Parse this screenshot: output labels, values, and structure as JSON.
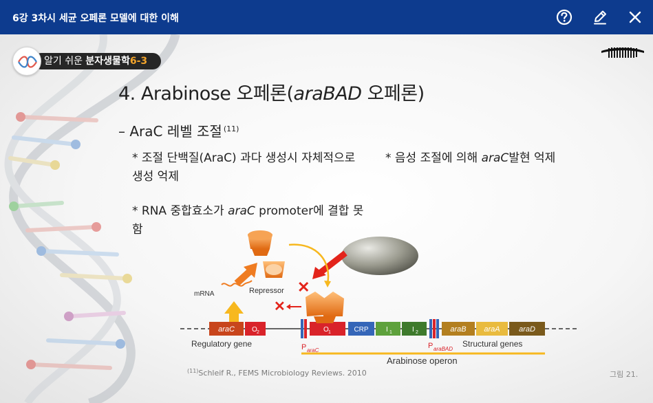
{
  "window": {
    "title": "6강 3차시 세균 오페론 모델에 대한 이해",
    "help_icon": "question-circle-icon",
    "edit_icon": "pencil-icon",
    "close_icon": "close-icon"
  },
  "logo": {
    "prefix": "알기 쉬운 ",
    "name": "분자생물학",
    "number": "6-3"
  },
  "slide": {
    "heading_prefix": "4. Arabinose 오페론(",
    "heading_italic": "araBAD",
    "heading_suffix": " 오페론)",
    "subheading": "– AraC 레벨 조절",
    "subheading_ref": "(11)",
    "bullet1": "* 조절 단백질(AraC) 과다 생성시 자체적으로 생성 억제",
    "bullet2_prefix": "* 음성 조절에 의해 ",
    "bullet2_italic": "araC",
    "bullet2_suffix": "발현 억제",
    "bullet3_prefix": "* RNA 중합효소가 ",
    "bullet3_italic": "araC",
    "bullet3_suffix": " promoter에 결합 못함"
  },
  "diagram": {
    "mrna": "mRNA",
    "repressor": "Repressor",
    "arac_gene": "araC",
    "o2": "O",
    "o2_sub": "2",
    "o1": "O",
    "o1_sub": "1",
    "crp": "CRP",
    "i1": "I",
    "i1_sub": "1",
    "i2": "I",
    "i2_sub": "2",
    "arab": "araB",
    "araa": "araA",
    "arad": "araD",
    "p_arac": "P",
    "p_arac_sub": "araC",
    "p_arabad": "P",
    "p_arabad_sub": "araBAD",
    "regulatory_gene": "Regulatory gene",
    "structural_genes": "Structural genes",
    "operon": "Arabinose operon"
  },
  "footer": {
    "citation_ref": "(11)",
    "citation": "Schleif R., FEMS Microbiology Reviews. 2010",
    "figure": "그림 21."
  },
  "colors": {
    "titlebar": "#0d3b8e",
    "arac_box": "#c8451c",
    "operator": "#d9232a",
    "crp": "#3566b8",
    "i_sites": "#3e7a2c",
    "arab": "#b37f1f",
    "araa": "#e9bb3f",
    "arad": "#7a5a1c",
    "protein": "#f0872c",
    "yellow": "#f7b81f"
  }
}
